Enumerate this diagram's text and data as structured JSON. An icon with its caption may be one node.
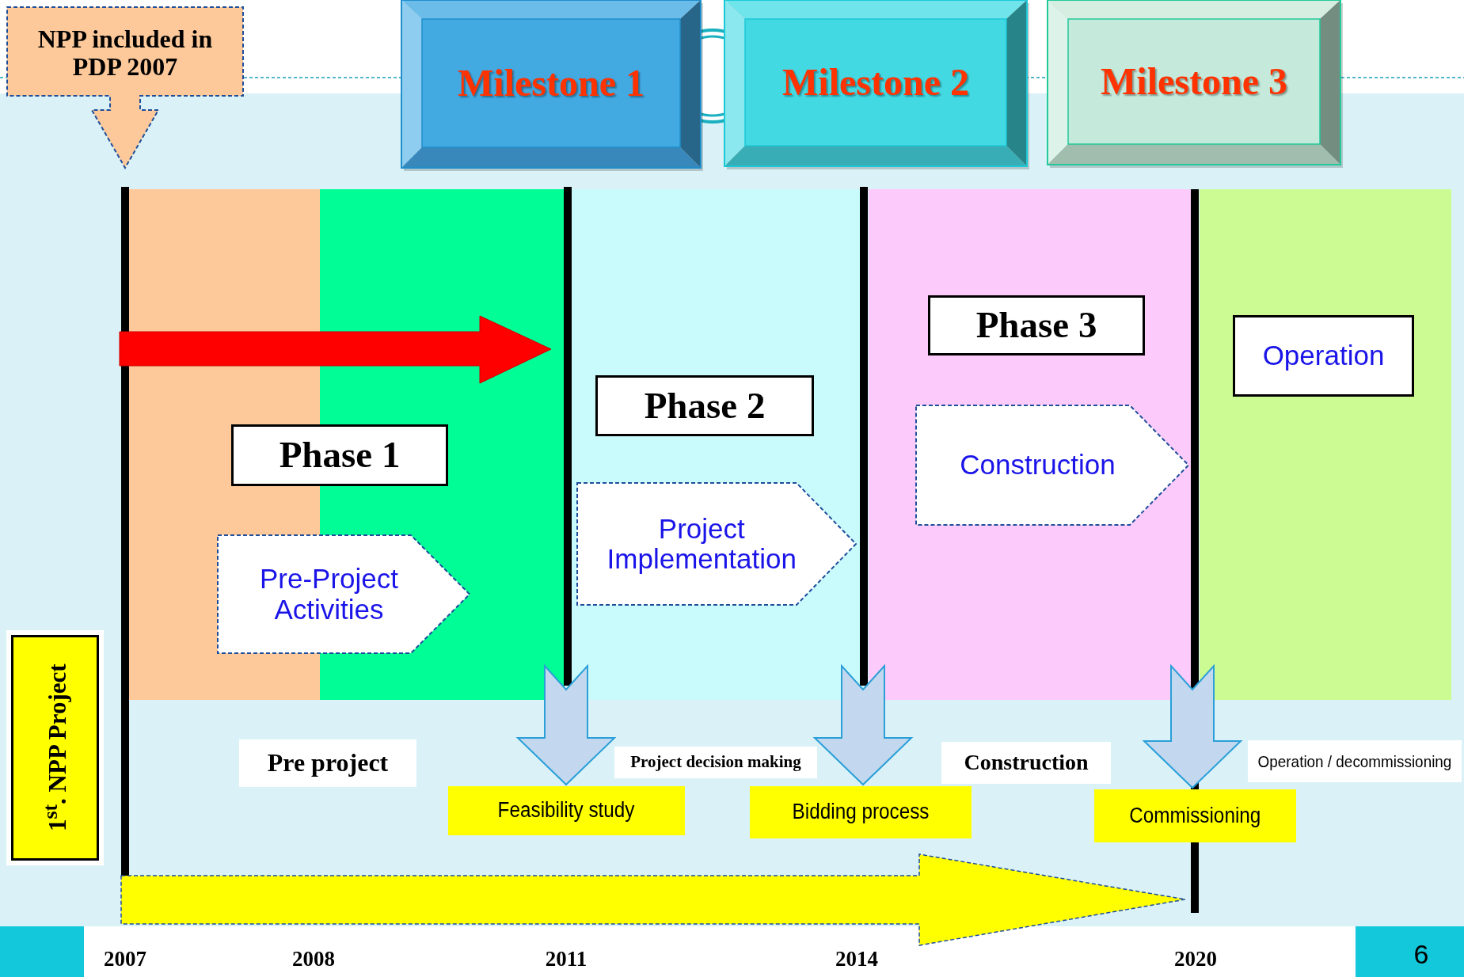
{
  "diagram": {
    "nodes": [
      {
        "text": [
          "NPP included in PDP 2007"
        ]
      },
      {
        "text": [
          "Milestone 1"
        ]
      },
      {
        "text": [
          "Milestone 2"
        ]
      },
      {
        "text": [
          "Milestone 3"
        ]
      },
      {
        "text": [
          "Phase 3"
        ]
      },
      {
        "text": [
          "Operation"
        ]
      },
      {
        "text": [
          "Phase 2"
        ]
      },
      {
        "text": [
          "Phase 1"
        ]
      },
      {
        "text": [
          "Construction"
        ]
      },
      {
        "text": [
          "Project Implementation"
        ]
      },
      {
        "text": [
          "Pre-Project Activities"
        ]
      },
      {
        "text": [
          "1$^{st}$. NPP Project"
        ]
      },
      {
        "text": [
          "Pre project"
        ]
      },
      {
        "text": [
          "Project decision making"
        ]
      },
      {
        "text": [
          "Construction"
        ]
      },
      {
        "text": [
          "Operation / decommissioning"
        ]
      },
      {
        "text": [
          "Feasibility study"
        ]
      },
      {
        "text": [
          "Bidding process"
        ]
      },
      {
        "text": [
          "Commissioning"
        ]
      }
    ],
    "edges": [
      {
        "from": null,
        "to": 16,
        "arrow": "to"
      },
      {
        "from": null,
        "to": 17,
        "arrow": "to"
      },
      {
        "from": null,
        "to": 18,
        "arrow": "to"
      }
    ],
    "labels": [
      "2007",
      "2008",
      "2011",
      "2014",
      "2020",
      "6"
    ]
  }
}
